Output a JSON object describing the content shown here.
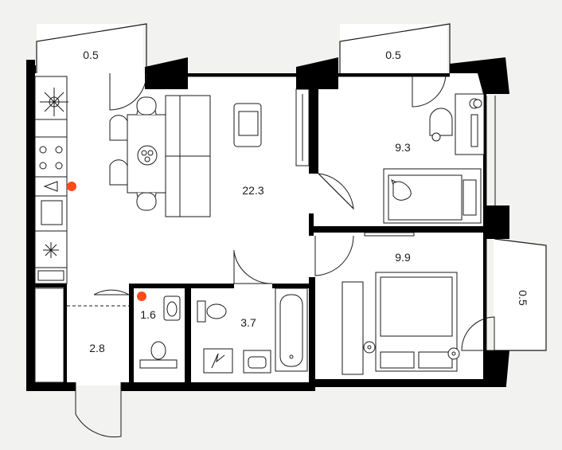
{
  "colors": {
    "background": "#f2f2f0",
    "wall": "#000000",
    "floor": "#ffffff",
    "line": "#1a1a1a",
    "marker": "#ff4a1c"
  },
  "rooms": {
    "balcony_living": {
      "area": "0.5"
    },
    "balcony_bedroom_top": {
      "area": "0.5"
    },
    "balcony_bedroom_side": {
      "area": "0.5"
    },
    "living_kitchen": {
      "area": "22.3"
    },
    "bedroom_small": {
      "area": "9.3"
    },
    "bedroom_large": {
      "area": "9.9"
    },
    "hallway": {
      "area": "2.8"
    },
    "toilet": {
      "area": "1.6"
    },
    "bathroom": {
      "area": "3.7"
    }
  },
  "icons": [
    "plant-icon",
    "stove-icon",
    "sink-icon",
    "fridge-icon",
    "dining-table-icon",
    "sofa-icon",
    "armchair-icon",
    "desk-icon",
    "bed-icon",
    "cat-icon",
    "lamp-icon",
    "toilet-icon",
    "bathtub-icon",
    "washing-machine-icon",
    "marker-icon"
  ]
}
